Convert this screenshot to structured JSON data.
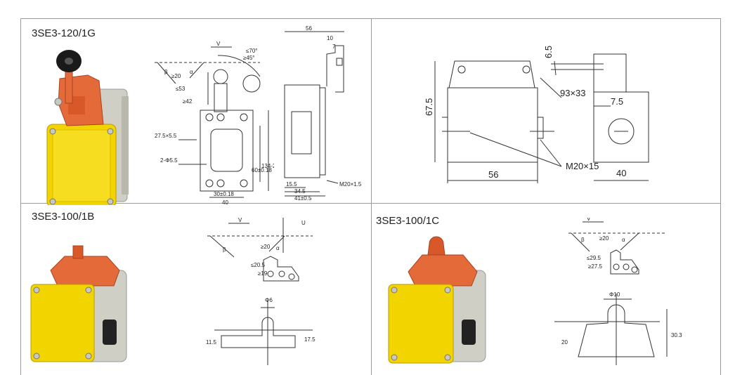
{
  "panels": {
    "tl": {
      "model": "3SE3-120/1G",
      "dims": {
        "v": "V",
        "angle70": "≤70°",
        "angle45": "≥45°",
        "beta": "β",
        "alpha": "α",
        "ge20": "≥20",
        "le53": "≤53",
        "ge42": "≥42",
        "slot": "27.5×5.5",
        "hole": "2-Φ5.5",
        "h60": "60±0.18",
        "h134": "134-2.5",
        "w30": "30±0.18",
        "w40": "40",
        "side56": "56",
        "side10": "10",
        "side7": "7",
        "side15_5": "15.5",
        "side34_5": "34.5",
        "side41": "41±0.5",
        "thread": "M20×1.5"
      }
    },
    "tr": {
      "dims": {
        "d6_5": "6.5",
        "d67_5": "67.5",
        "d93x33": "93×33",
        "d7_5": "7.5",
        "d56": "56",
        "thread": "M20×15",
        "d40": "40"
      }
    },
    "bl": {
      "model": "3SE3-100/1B",
      "dims": {
        "v": "V",
        "u": "U",
        "beta": "β",
        "alpha": "α",
        "ge20": "≥20",
        "le20_5": "≤20.5",
        "ge19": "≥19",
        "phi6": "Φ6",
        "h11_5": "11.5",
        "h17_5": "17.5"
      }
    },
    "br": {
      "model": "3SE3-100/1C",
      "dims": {
        "v": "V",
        "beta": "β",
        "alpha": "α",
        "ge20": "≥20",
        "le29_5": "≤29.5",
        "ge27_5": "≥27.5",
        "phi10": "Φ10",
        "h20": "20",
        "h30_3": "30.3"
      }
    }
  },
  "colors": {
    "border": "#9a9a9a",
    "housing_yellow": "#f2d400",
    "head_orange": "#e46a3a",
    "metal_grey": "#c8c8c0",
    "line": "#333333"
  }
}
